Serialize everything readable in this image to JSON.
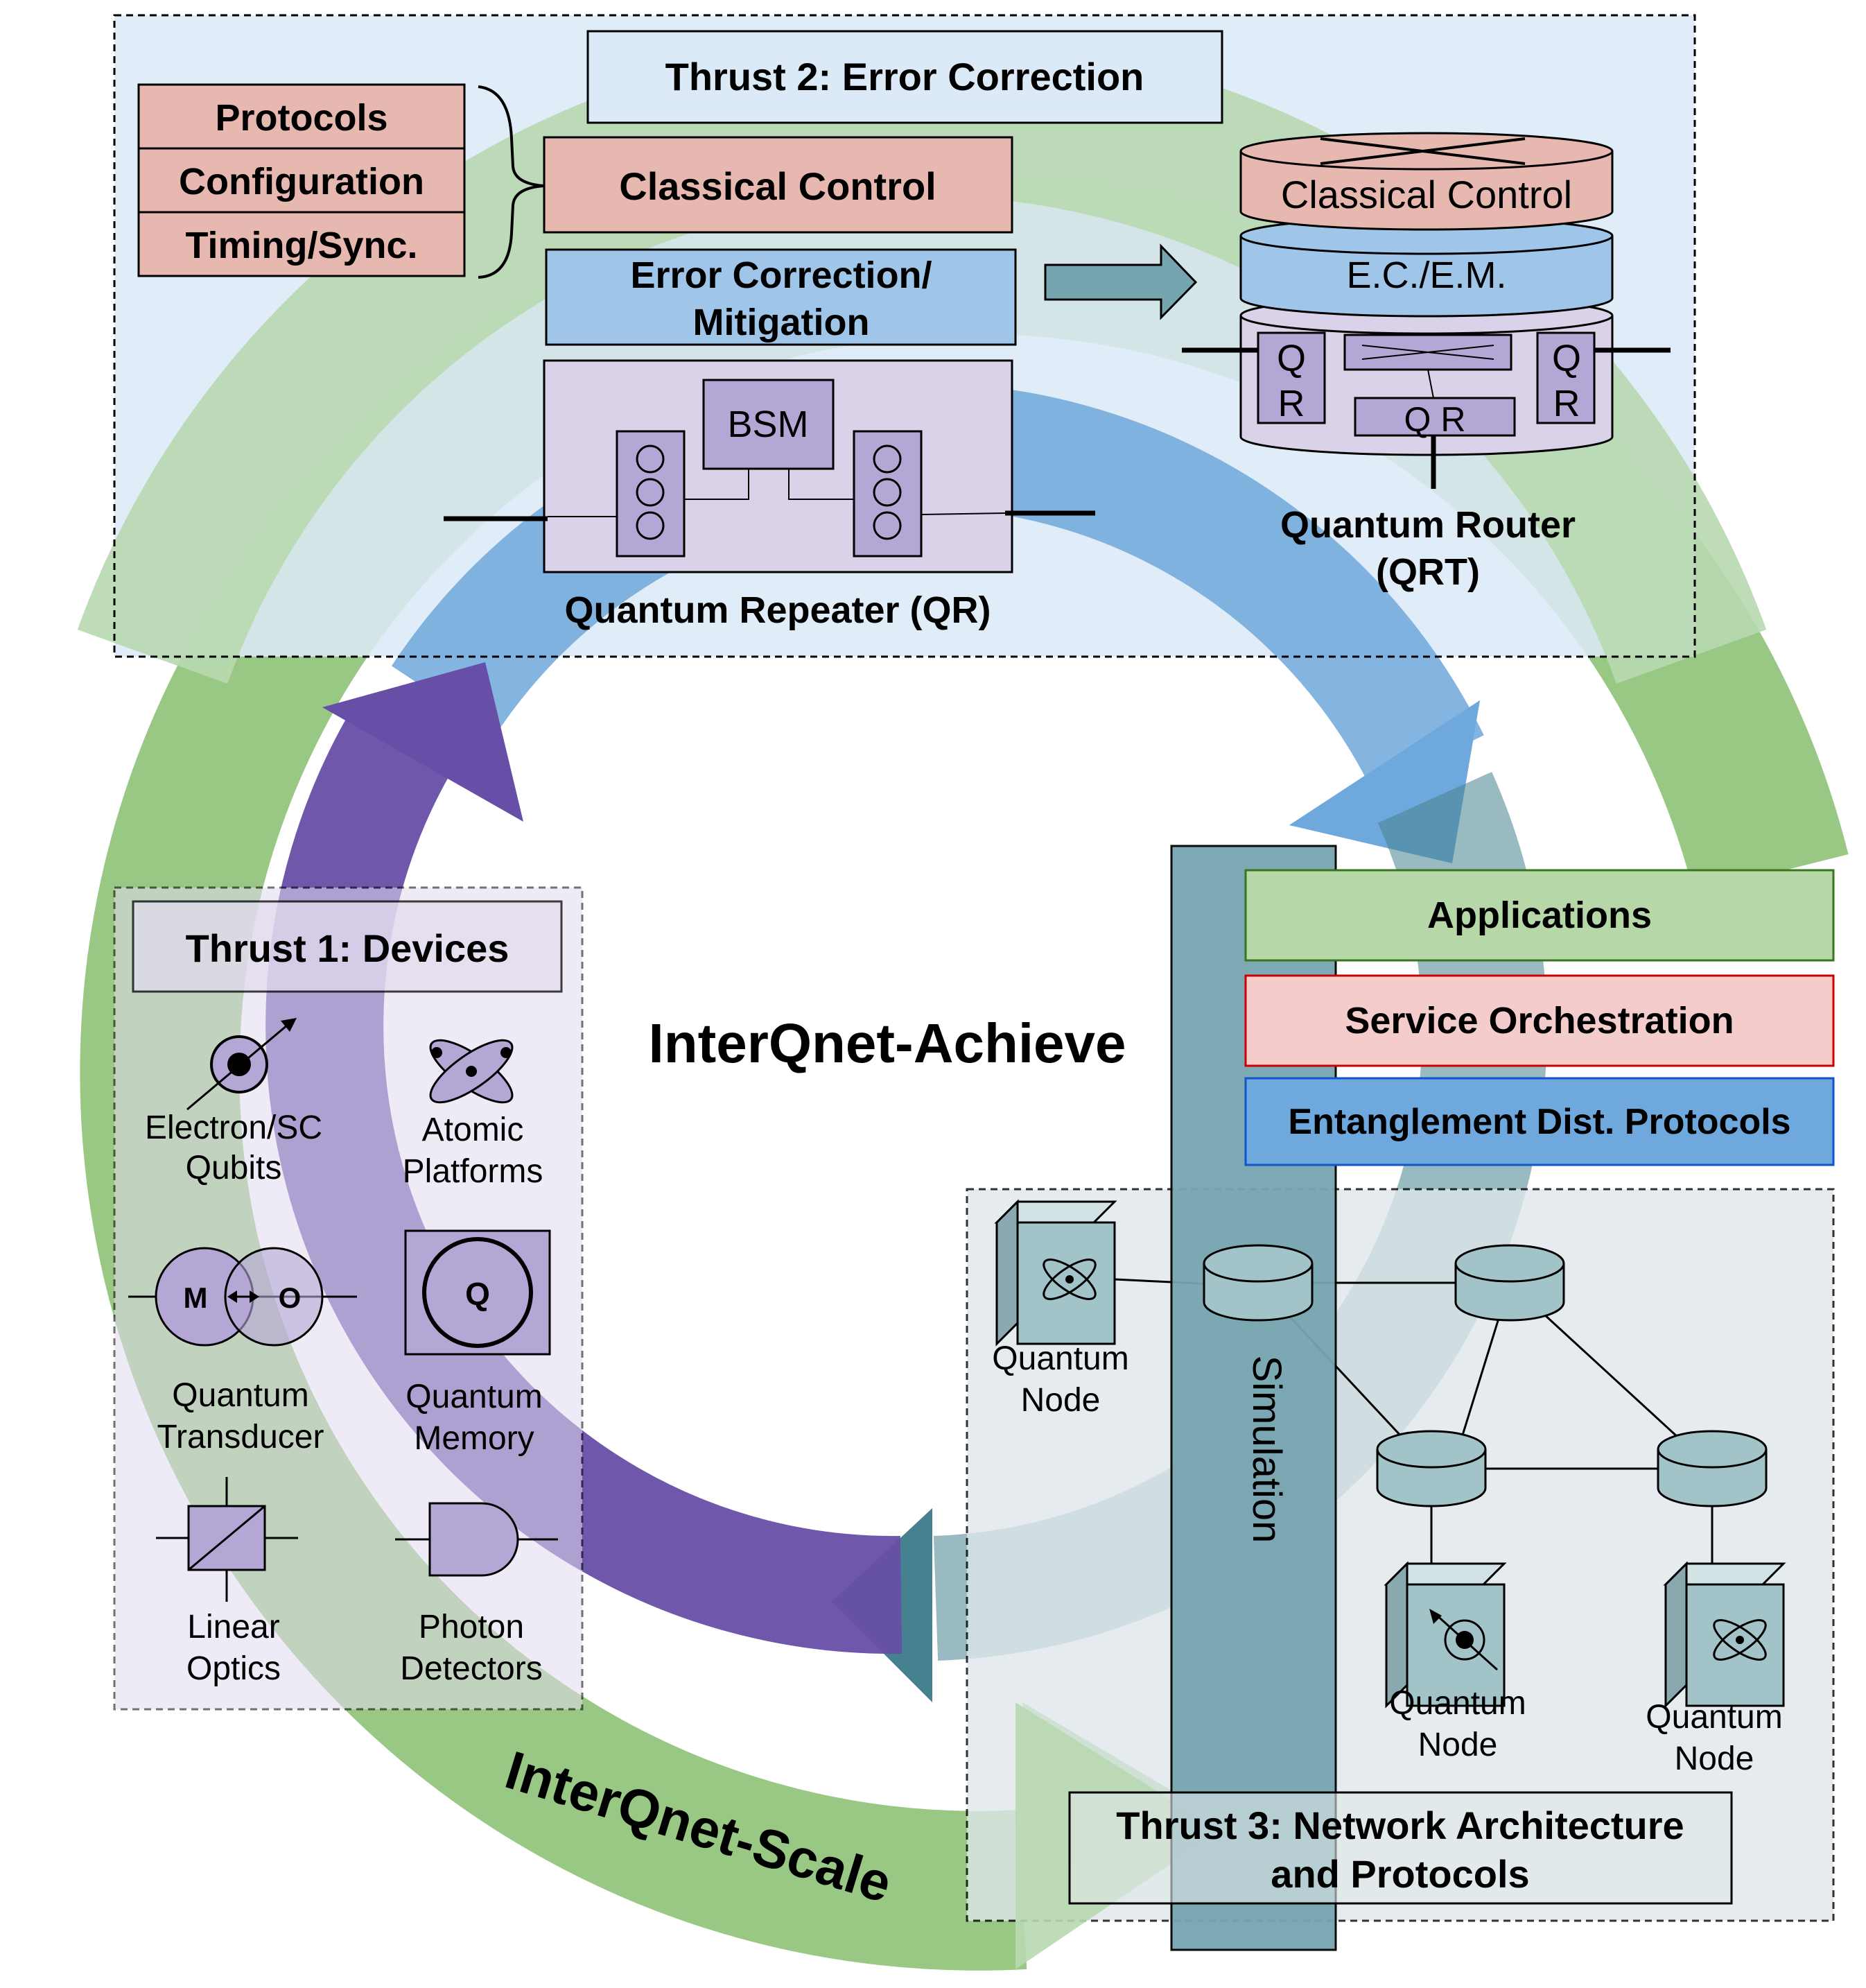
{
  "title": "InterQnet-Achieve",
  "outer_cycle_label": "InterQnet-Scale",
  "colors": {
    "thrust2_bg": "#dce9f6",
    "thrust1_bg": "#e2dcef",
    "thrust3_bg": "#dfe7ea",
    "green_ring": "#93c47d",
    "green_light": "#b8d8b0",
    "blue_arrow": "#6fa8dc",
    "purple_arrow": "#674ea7",
    "teal_arrow": "#45818e",
    "red_box": "#e6b8af",
    "blue_box": "#9fc5e8",
    "purple_box": "#d9d2e9",
    "purple_mid": "#b4a7d6",
    "teal_box": "#76a5af",
    "teal_light": "#a2c4c9",
    "app_green": "#b6d7a8",
    "svc_red": "#f4cccc",
    "ent_blue": "#6fa8dc"
  },
  "thrust2": {
    "title": "Thrust 2: Error Correction",
    "stack": [
      "Protocols",
      "Configuration",
      "Timing/Sync."
    ],
    "classical_control": "Classical Control",
    "error_correction_line1": "Error Correction/",
    "error_correction_line2": "Mitigation",
    "bsm": "BSM",
    "repeater_label": "Quantum Repeater (QR)",
    "router": {
      "classical_control": "Classical Control",
      "ecem": "E.C./E.M.",
      "qr_letter_q": "Q",
      "qr_letter_r": "R",
      "qr_bottom": "Q R",
      "label_line1": "Quantum Router",
      "label_line2": "(QRT)"
    }
  },
  "thrust1": {
    "title": "Thrust 1: Devices",
    "devices": [
      {
        "line1": "Electron/SC",
        "line2": "Qubits",
        "icon": "electron-spin-icon"
      },
      {
        "line1": "Atomic",
        "line2": "Platforms",
        "icon": "atom-icon"
      },
      {
        "line1": "Quantum",
        "line2": "Transducer",
        "icon": "transducer-icon",
        "left": "M",
        "right": "O"
      },
      {
        "line1": "Quantum",
        "line2": "Memory",
        "icon": "memory-icon",
        "letter": "Q"
      },
      {
        "line1": "Linear",
        "line2": "Optics",
        "icon": "beam-splitter-icon"
      },
      {
        "line1": "Photon",
        "line2": "Detectors",
        "icon": "detector-icon"
      }
    ]
  },
  "thrust3": {
    "title_line1": "Thrust 3: Network Architecture",
    "title_line2": "and Protocols",
    "layers": [
      "Applications",
      "Service Orchestration",
      "Entanglement Dist. Protocols"
    ],
    "simulation": "Simulation",
    "node_line1": "Quantum",
    "node_line2": "Node"
  }
}
